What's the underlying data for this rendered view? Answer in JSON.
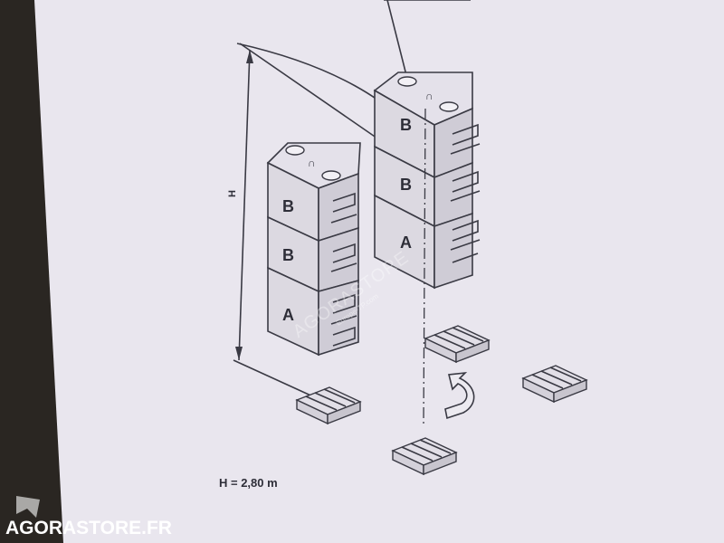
{
  "diagram": {
    "stack_left_labels": [
      "B",
      "B",
      "A"
    ],
    "stack_right_labels": [
      "B",
      "B",
      "A"
    ],
    "dimension_label": "H",
    "caption": "H = 2,80 m"
  },
  "watermark": {
    "brand": "AGORASTORE",
    "sub": "Europe-TP.com",
    "footer": "AGORASTORE.FR"
  }
}
